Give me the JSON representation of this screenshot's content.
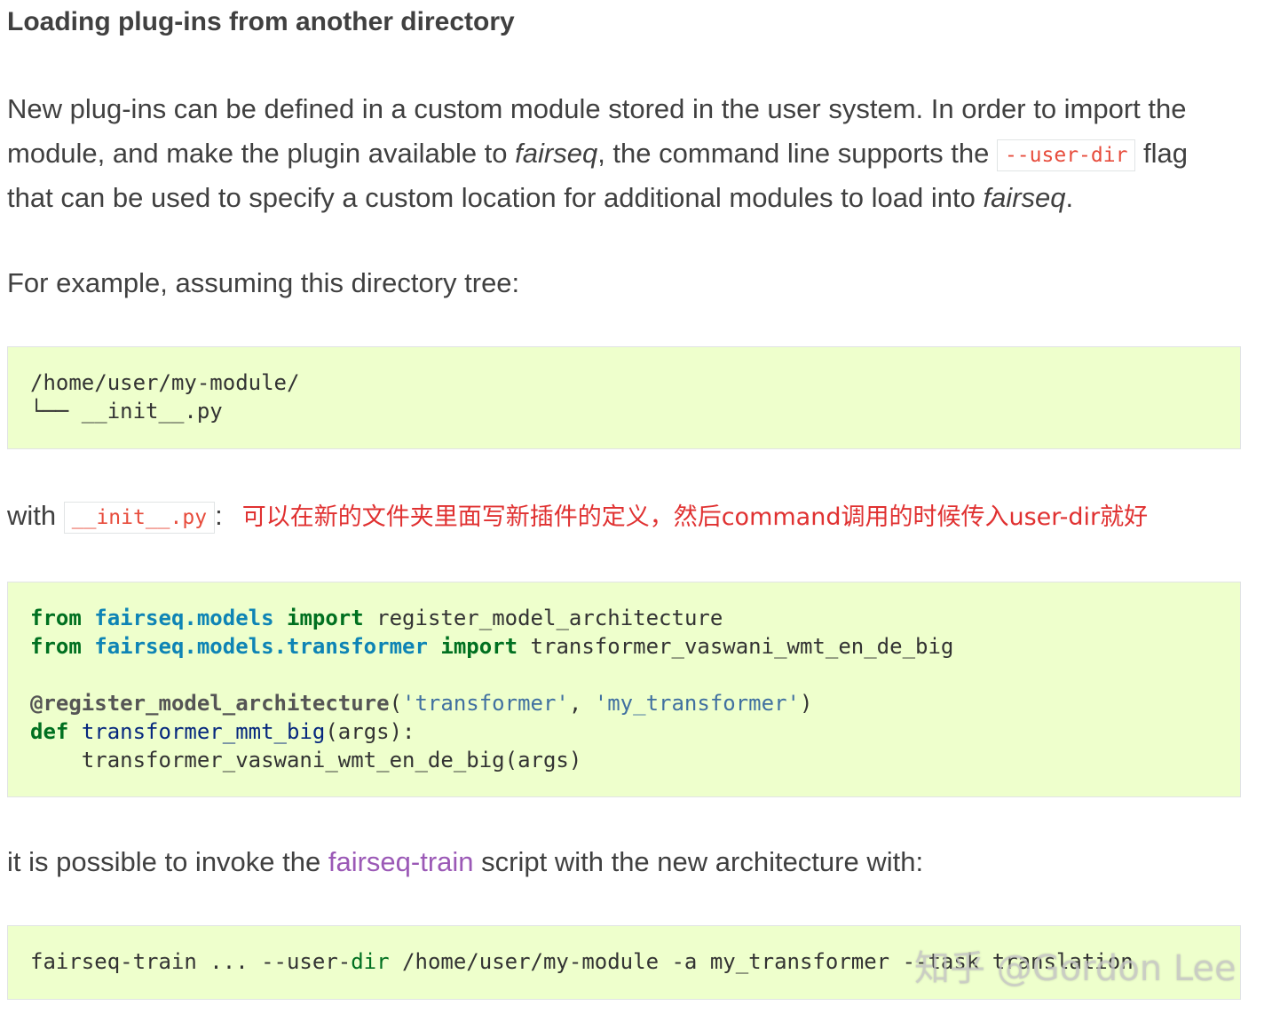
{
  "heading": "Loading plug-ins from another directory",
  "para1": {
    "line1": "New plug-ins can be defined in a custom module stored in the user system. In order to import the",
    "line2_pre": "module, and make the plugin available to ",
    "line2_em": "fairseq",
    "line2_mid": ", the command line supports the ",
    "line2_code": "--user-dir",
    "line2_post": " flag",
    "line3_pre": "that can be used to specify a custom location for additional modules to load into ",
    "line3_em": "fairseq",
    "line3_post": "."
  },
  "para2": "For example, assuming this directory tree:",
  "tree": {
    "line1": "/home/user/my-module/",
    "line2": "└── __init__.py"
  },
  "para3": {
    "pre": "with ",
    "code": "__init__.py",
    "post": ":",
    "note": "可以在新的文件夹里面写新插件的定义，然后command调用的时候传入user-dir就好"
  },
  "code": {
    "l1": {
      "kw1": "from",
      "mod": "fairseq.models",
      "kw2": "import",
      "rest": "register_model_architecture"
    },
    "l2": {
      "kw1": "from",
      "mod": "fairseq.models.transformer",
      "kw2": "import",
      "rest": "transformer_vaswani_wmt_en_de_big"
    },
    "l4": {
      "dec": "@register_model_architecture",
      "open": "(",
      "s1": "'transformer'",
      "comma": ", ",
      "s2": "'my_transformer'",
      "close": ")"
    },
    "l5": {
      "kw": "def",
      "fn": "transformer_mmt_big",
      "args": "(args):"
    },
    "l6": "    transformer_vaswani_wmt_en_de_big(args)"
  },
  "para4": {
    "pre": "it is possible to invoke the ",
    "link": "fairseq-train",
    "post": " script with the new architecture with:"
  },
  "command": {
    "pre": "fairseq-train ... --user-",
    "dir": "dir",
    "post": " /home/user/my-module -a my_transformer --task translation"
  },
  "watermark": "知乎 @Gordon Lee"
}
